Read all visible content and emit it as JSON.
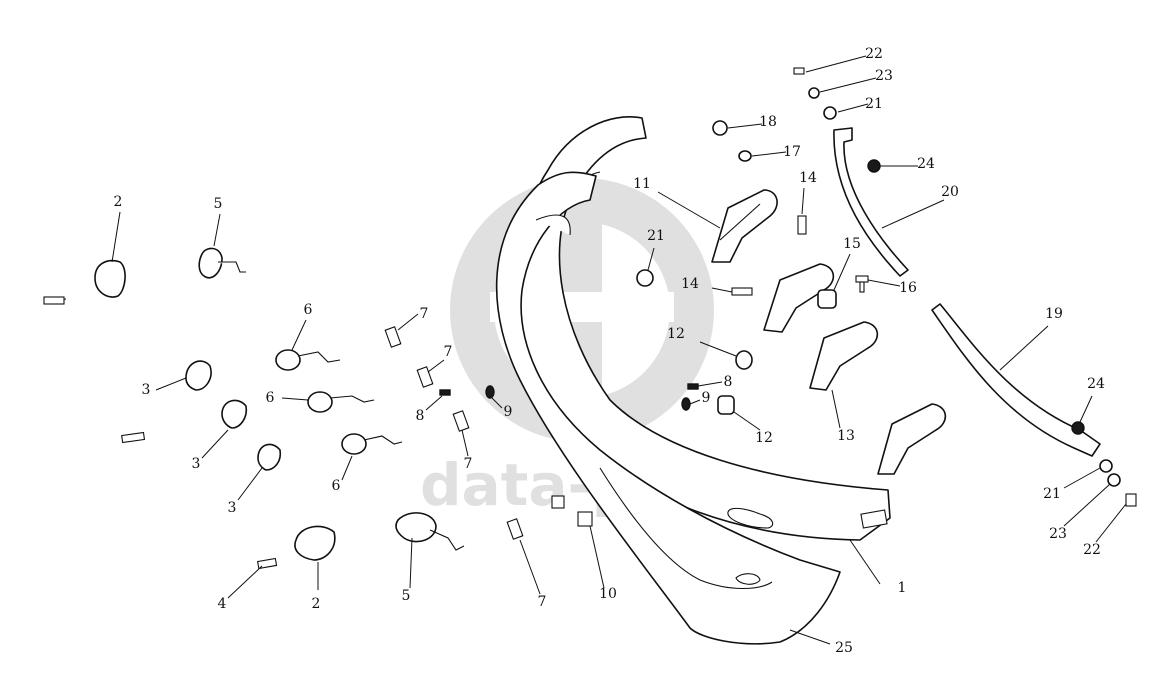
{
  "watermark": {
    "text": "data-parts",
    "color": "#c8c8c8"
  },
  "callouts": [
    {
      "id": "c1",
      "label": "1"
    },
    {
      "id": "c2a",
      "label": "2"
    },
    {
      "id": "c2b",
      "label": "2"
    },
    {
      "id": "c3a",
      "label": "3"
    },
    {
      "id": "c3b",
      "label": "3"
    },
    {
      "id": "c3c",
      "label": "3"
    },
    {
      "id": "c4",
      "label": "4"
    },
    {
      "id": "c5a",
      "label": "5"
    },
    {
      "id": "c5b",
      "label": "5"
    },
    {
      "id": "c6a",
      "label": "6"
    },
    {
      "id": "c6b",
      "label": "6"
    },
    {
      "id": "c6c",
      "label": "6"
    },
    {
      "id": "c7a",
      "label": "7"
    },
    {
      "id": "c7b",
      "label": "7"
    },
    {
      "id": "c7c",
      "label": "7"
    },
    {
      "id": "c7d",
      "label": "7"
    },
    {
      "id": "c8a",
      "label": "8"
    },
    {
      "id": "c8b",
      "label": "8"
    },
    {
      "id": "c9a",
      "label": "9"
    },
    {
      "id": "c9b",
      "label": "9"
    },
    {
      "id": "c10",
      "label": "10"
    },
    {
      "id": "c11",
      "label": "11"
    },
    {
      "id": "c12a",
      "label": "12"
    },
    {
      "id": "c12b",
      "label": "12"
    },
    {
      "id": "c13",
      "label": "13"
    },
    {
      "id": "c14a",
      "label": "14"
    },
    {
      "id": "c14b",
      "label": "14"
    },
    {
      "id": "c15",
      "label": "15"
    },
    {
      "id": "c16",
      "label": "16"
    },
    {
      "id": "c17",
      "label": "17"
    },
    {
      "id": "c18",
      "label": "18"
    },
    {
      "id": "c19",
      "label": "19"
    },
    {
      "id": "c20",
      "label": "20"
    },
    {
      "id": "c21a",
      "label": "21"
    },
    {
      "id": "c21b",
      "label": "21"
    },
    {
      "id": "c21c",
      "label": "21"
    },
    {
      "id": "c22a",
      "label": "22"
    },
    {
      "id": "c22b",
      "label": "22"
    },
    {
      "id": "c23a",
      "label": "23"
    },
    {
      "id": "c23b",
      "label": "23"
    },
    {
      "id": "c24a",
      "label": "24"
    },
    {
      "id": "c24b",
      "label": "24"
    },
    {
      "id": "c25",
      "label": "25"
    }
  ]
}
